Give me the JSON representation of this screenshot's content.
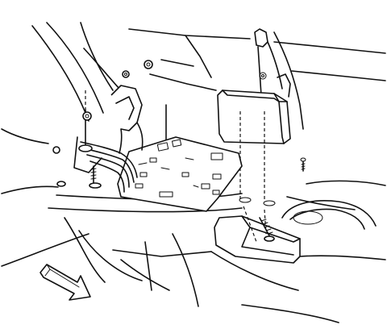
{
  "diagram": {
    "type": "exploded-view line illustration",
    "callouts": [],
    "colors": {
      "line": "#111111",
      "background": "#ffffff"
    },
    "parts": [
      "wire-harness",
      "circuit-plate",
      "cover-upper",
      "cover-lower",
      "mounting-stud",
      "stud-bolt",
      "direction-arrow"
    ]
  }
}
